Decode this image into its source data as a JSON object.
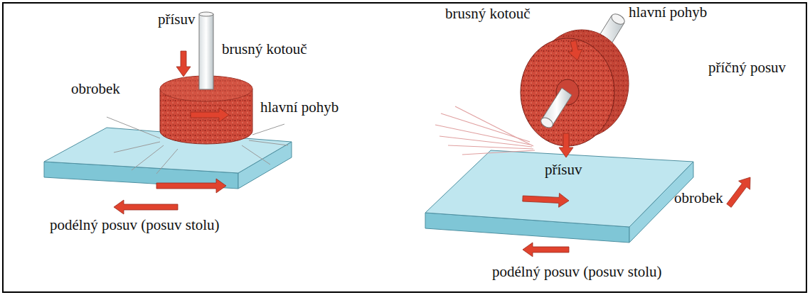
{
  "diagram": {
    "labels": [
      "přísuv",
      "brusný kotouč",
      "obrobek",
      "hlavní pohyb",
      "podélný posuv (posuv stolu)",
      "brusný kotouč",
      "hlavní pohyb",
      "příčný posuv",
      "přísuv",
      "obrobek",
      "podélný posuv (posuv stolu)"
    ]
  }
}
